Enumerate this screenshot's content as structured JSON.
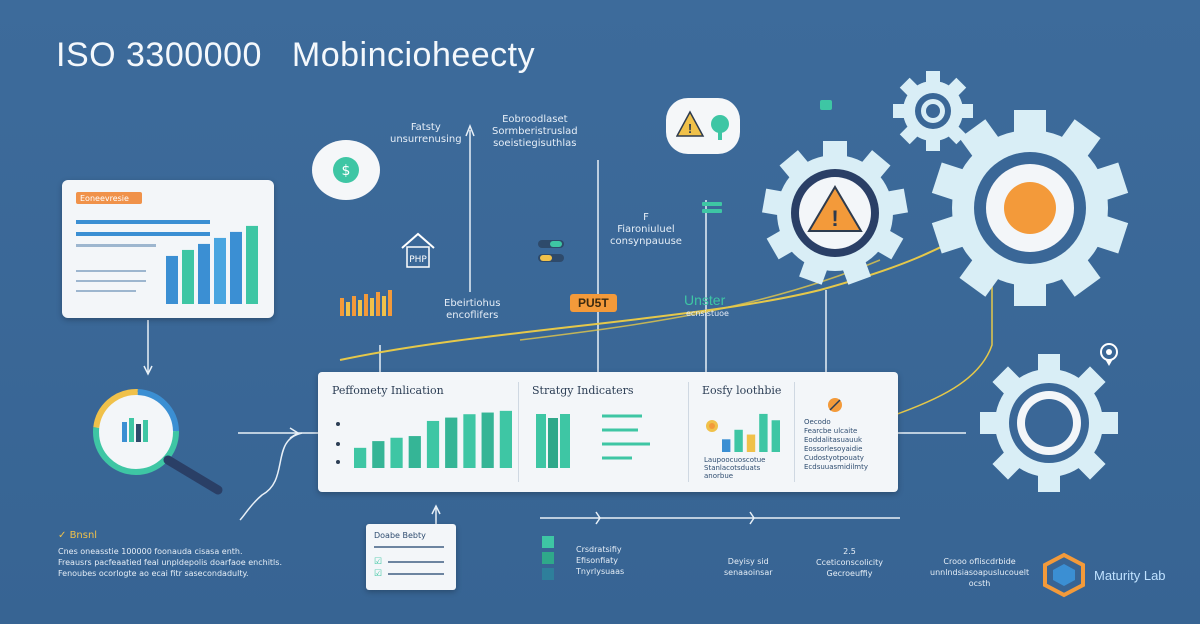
{
  "header": {
    "title_part1": "ISO 3300000",
    "title_part2": "Mobincioheecty"
  },
  "top_labels": {
    "label_a": "Fatsty\nunsurrenusing",
    "label_b": "Eobroodlaset\nSormberistruslad\nsoeistiegisuthlas",
    "label_c": "F\nFiaroniuluel\nconsynpauuse",
    "label_d": "Ebeirtiohus\nencoflifers",
    "building_text": "PHP",
    "orange_badge": "PU5T",
    "unster_label": "Unster",
    "unster_sub": "ecnsistuoe"
  },
  "report_card": {
    "header": "Eoneevresie"
  },
  "dashboard": {
    "panel1_title": "Peffomety Inlication",
    "panel2_title": "Stratgy Indicaters",
    "panel3_title": "Eosfy loothbie",
    "panel4_text": "Oecodo\nFearcbe ulcaite\nEoddalitasuauuk\nEossorlesoyaidie\nCudostyotpouaty\nEcdsuuasmidilmty",
    "panel3_caption": "Laupoocuoscotue\nStanlacotsduats\nanorbue"
  },
  "bottom_left": {
    "heading": "Bnsnl",
    "lines": "Cnes oneasstie 100000 foonauda cisasa enth.\nFreausrs pacfeaatied feal unpldepolis doarfaoe enchitls.\nFenoubes ocorlogte ao ecai fitr sasecondadulty."
  },
  "checklist": {
    "title": "Doabe Bebty"
  },
  "bottom_items": {
    "legend": "Crsdratsifiy\nEfisonfiaty\nTnyrlysuaas",
    "item2": "Deyisy sid\nsenaaoinsar",
    "item3": "2.5\nCceticonscolicity\nGecroeuffiy",
    "item4": "Crooo ofliscdrbide\nunnlndsiasoapuslucouelt\nocsth"
  },
  "brand": {
    "name": "Maturity Lab"
  },
  "chart_data": [
    {
      "type": "bar",
      "title": "",
      "values": [
        48,
        54,
        60,
        66,
        72,
        78
      ]
    },
    {
      "type": "bar",
      "title": "Peffomety Inlication",
      "values": [
        12,
        16,
        18,
        19,
        28,
        30,
        32,
        33,
        34
      ]
    },
    {
      "type": "bar",
      "title": "Eosfy loothbie",
      "values": [
        8,
        14,
        11,
        24,
        20
      ]
    }
  ],
  "colors": {
    "background": "#3a6797",
    "accent_teal": "#3ec6a4",
    "accent_blue": "#3b8fd3",
    "accent_orange": "#f39a3a",
    "gear_light": "#d9eef6",
    "line_yellow": "#e5c84a"
  },
  "icons": [
    "gear-icon",
    "warning-icon",
    "magnifier-icon",
    "dollar-icon",
    "house-icon",
    "location-icon",
    "hexagon-logo-icon"
  ]
}
